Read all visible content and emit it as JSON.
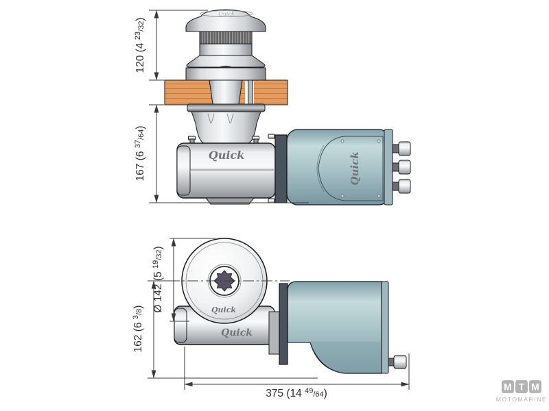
{
  "brand": {
    "quick": "Quick",
    "watermark": {
      "m1": "M",
      "t": "T",
      "m2": "M",
      "name": "MOTOMARINE"
    }
  },
  "dimensions": {
    "drum_height_above_deck": {
      "main": "120 (4 ",
      "num": "23",
      "den": "/32",
      "close": ")"
    },
    "height_below_deck": {
      "main": "167 (6 ",
      "num": "37",
      "den": "/64",
      "close": ")"
    },
    "drum_diameter": {
      "main": "Ø 142 (5 ",
      "num": "19",
      "den": "/32",
      "close": ")"
    },
    "height_center_to_bottom": {
      "main": "162 (6 ",
      "num": "3",
      "den": "/8",
      "close": ")"
    },
    "overall_length": {
      "main": "375 (14 ",
      "num": "49",
      "den": "/64",
      "close": ")"
    }
  },
  "colors": {
    "background": "#ffffff",
    "deck_wood": "#e49c5e",
    "deck_grain": "#c17a3e",
    "motor_teal": "#a7c2c6",
    "metal_light": "#f4f5f6",
    "metal_dark": "#8f9397",
    "coupling_dark": "#4a525b",
    "outline": "#1a1a1a",
    "dimension": "#3a3a3a",
    "star_socket": "#575263",
    "watermark_grey": "#b3b3b3"
  }
}
